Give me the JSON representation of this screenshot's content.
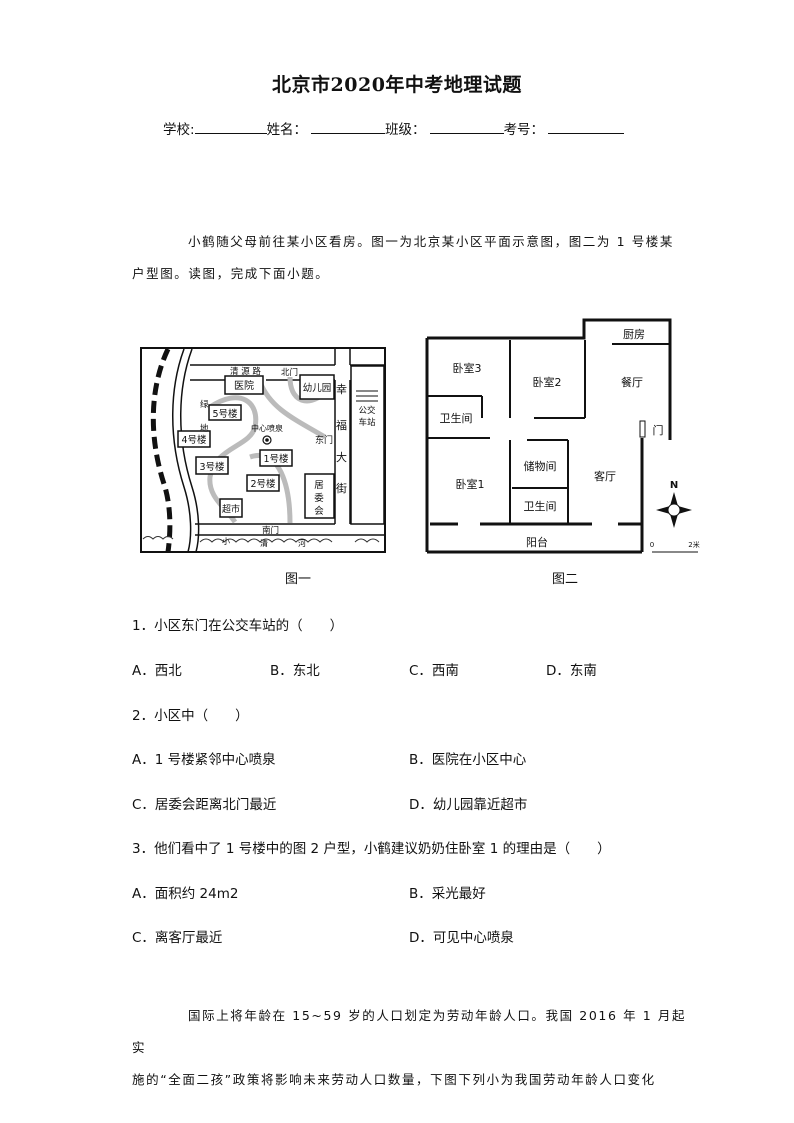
{
  "header": {
    "title": "北京市2020年中考地理试题",
    "fields": [
      {
        "label": "学校:",
        "value": ""
      },
      {
        "label": "姓名：",
        "value": ""
      },
      {
        "label": "班级：",
        "value": ""
      },
      {
        "label": "考号：",
        "value": ""
      }
    ]
  },
  "passage1": {
    "line1": "小鹤随父母前往某小区看房。图一为北京某小区平面示意图，图二为 1 号楼某",
    "line2": "户型图。读图，完成下面小题。"
  },
  "figure1": {
    "caption": "图一",
    "labels": {
      "road_top": "清 源 路",
      "north_gate": "北门",
      "hospital": "医院",
      "kindergarten": "幼儿园",
      "green_1": "绿",
      "green_2": "地",
      "b5": "5号楼",
      "b4": "4号楼",
      "b3": "3号楼",
      "b1": "1号楼",
      "b2": "2号楼",
      "fountain": "中心喷泉",
      "east_gate": "东门",
      "street_1": "幸",
      "street_2": "福",
      "street_3": "大",
      "street_4": "街",
      "bus_1": "公交",
      "bus_2": "车站",
      "committee_1": "居",
      "committee_2": "委",
      "committee_3": "会",
      "supermarket": "超市",
      "south_gate": "南门",
      "river_1": "小",
      "river_2": "清",
      "river_3": "河"
    }
  },
  "figure2": {
    "caption": "图二",
    "rooms": {
      "kitchen": "厨房",
      "bedroom3": "卧室3",
      "bedroom2": "卧室2",
      "dining": "餐厅",
      "bath_top": "卫生间",
      "door": "门",
      "bedroom1": "卧室1",
      "storage": "储物间",
      "living": "客厅",
      "bath_bottom": "卫生间",
      "balcony": "阳台"
    },
    "compass": "N",
    "scale_start": "0",
    "scale_end": "2米"
  },
  "questions": [
    {
      "stem": "1．小区东门在公交车站的（　　）",
      "options": [
        "A．西北",
        "B．东北",
        "C．西南",
        "D．东南"
      ]
    },
    {
      "stem": "2．小区中（　　）",
      "options": [
        "A．1 号楼紧邻中心喷泉",
        "B．医院在小区中心",
        "C．居委会距离北门最近",
        "D．幼儿园靠近超市"
      ]
    },
    {
      "stem": "3．他们看中了 1 号楼中的图 2 户型，小鹤建议奶奶住卧室 1 的理由是（　　）",
      "options": [
        "A．面积约 24m2",
        "B．采光最好",
        "C．离客厅最近",
        "D．可见中心喷泉"
      ]
    }
  ],
  "passage2": {
    "line1": "国际上将年龄在 15~59 岁的人口划定为劳动年龄人口。我国 2016 年 1 月起实",
    "line2": "施的“全面二孩”政策将影响未来劳动人口数量，下图下列小为我国劳动年龄人口变化"
  }
}
